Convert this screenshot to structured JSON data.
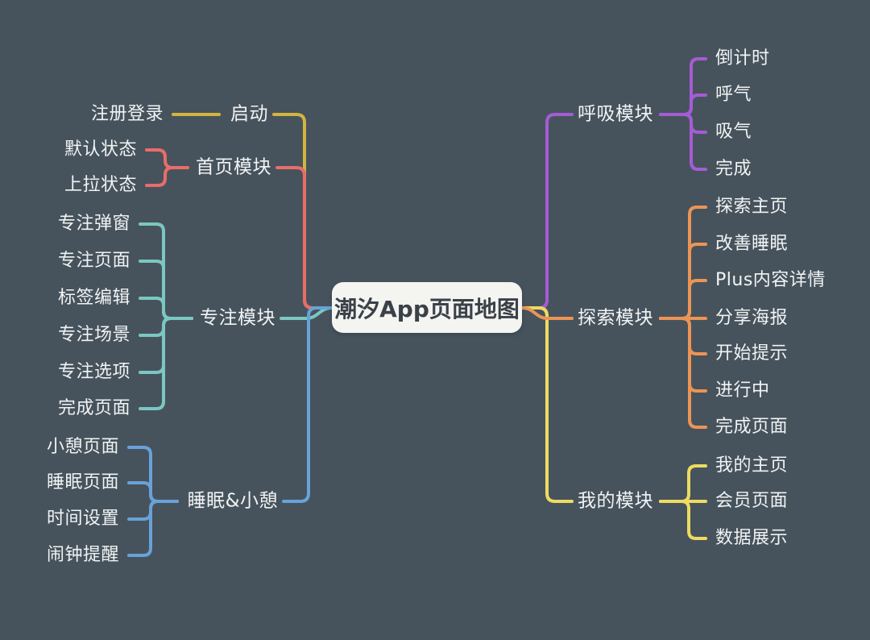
{
  "title": "潮汐App页面地图",
  "colors": {
    "background": "#46535d",
    "center_bg": "#f4f4f1",
    "center_text": "#3b4149",
    "label_text": "#f1f3f3"
  },
  "center": {
    "label": "潮汐App页面地图"
  },
  "branches": [
    {
      "id": "launch",
      "label": "启动",
      "color": "#d2b440",
      "side": "left",
      "children": [
        "注册登录"
      ]
    },
    {
      "id": "home",
      "label": "首页模块",
      "color": "#e96d68",
      "side": "left",
      "children": [
        "默认状态",
        "上拉状态"
      ]
    },
    {
      "id": "focus",
      "label": "专注模块",
      "color": "#7bc7c2",
      "side": "left",
      "children": [
        "专注弹窗",
        "专注页面",
        "标签编辑",
        "专注场景",
        "专注选项",
        "完成页面"
      ]
    },
    {
      "id": "sleep-nap",
      "label": "睡眠&小憩",
      "color": "#68a2d8",
      "side": "left",
      "children": [
        "小憩页面",
        "睡眠页面",
        "时间设置",
        "闹钟提醒"
      ]
    },
    {
      "id": "breath",
      "label": "呼吸模块",
      "color": "#a55cd5",
      "side": "right",
      "children": [
        "倒计时",
        "呼气",
        "吸气",
        "完成"
      ]
    },
    {
      "id": "explore",
      "label": "探索模块",
      "color": "#ec9455",
      "side": "right",
      "children": [
        "探索主页",
        "改善睡眠",
        "Plus内容详情",
        "分享海报",
        "开始提示",
        "进行中",
        "完成页面"
      ]
    },
    {
      "id": "mine",
      "label": "我的模块",
      "color": "#eedb60",
      "side": "right",
      "children": [
        "我的主页",
        "会员页面",
        "数据展示"
      ]
    }
  ]
}
